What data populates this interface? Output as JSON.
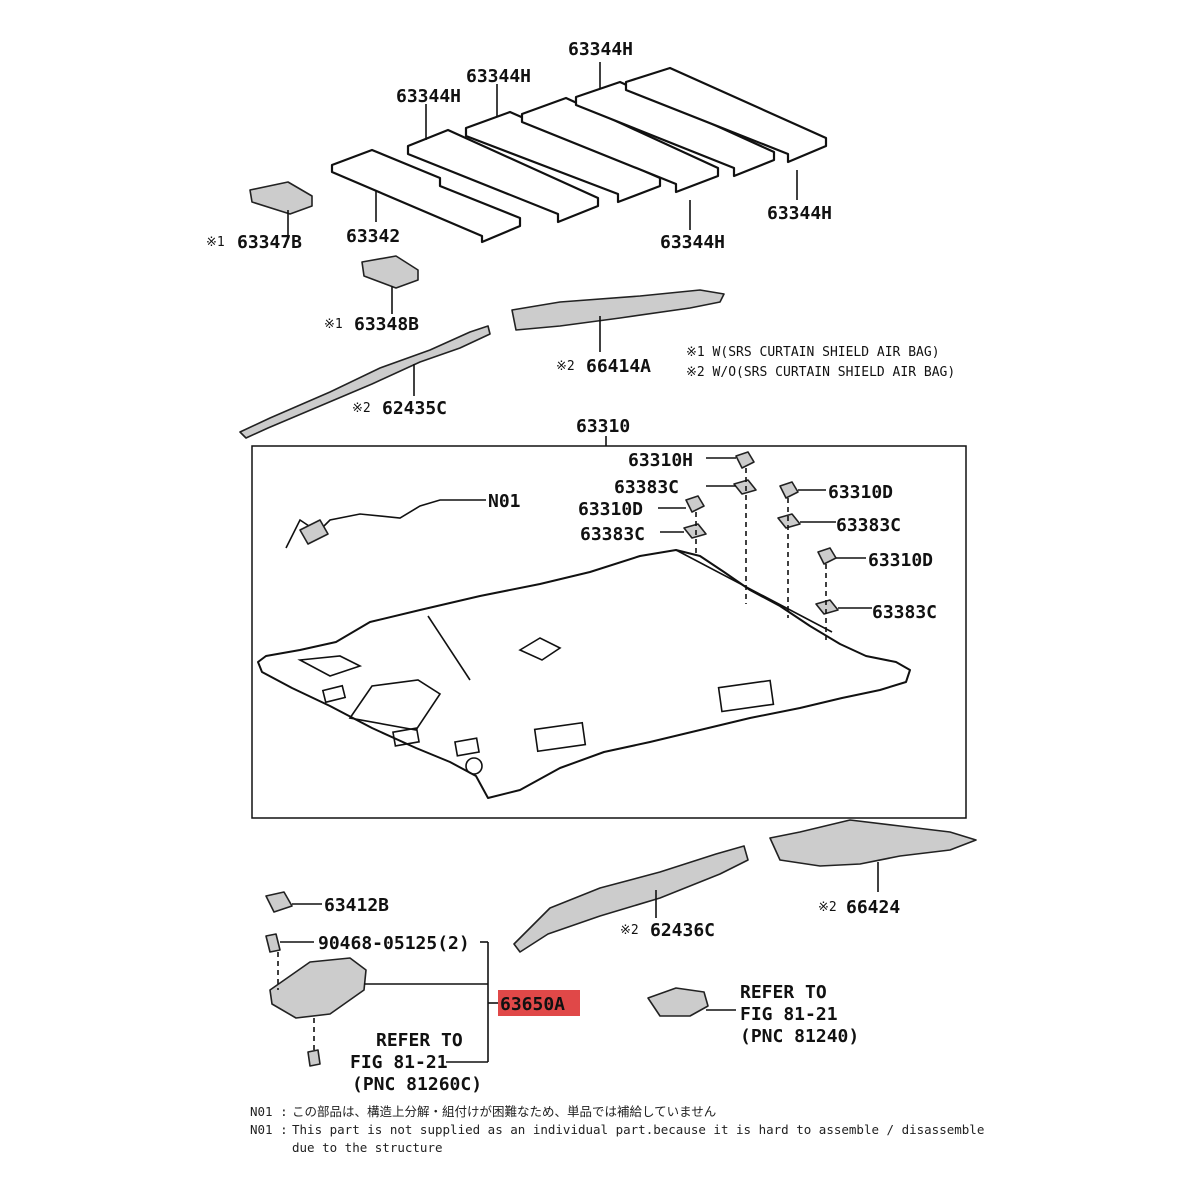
{
  "labels": {
    "board_top": "63344H",
    "board_2": "63344H",
    "board_3": "63344H",
    "board_right": "63344H",
    "board_bottom": "63344H",
    "pad_63342": "63342",
    "pad_63347b": "63347B",
    "pad_63348b": "63348B",
    "strip_66414a": "66414A",
    "strip_62435c": "62435C",
    "headliner_63310": "63310",
    "clip_63310h": "63310H",
    "washer_63383c_1": "63383C",
    "clip_63310d_1": "63310D",
    "washer_63383c_2": "63383C",
    "clip_63310d_2": "63310D",
    "washer_63383c_3": "63383C",
    "clip_63310d_3": "63310D",
    "washer_63383c_4": "63383C",
    "wire_n01": "N01",
    "clip_63412b": "63412B",
    "screw_90468": "90468-05125(2)",
    "lamp_63650a": "63650A",
    "strip_62436c": "62436C",
    "pad_66424": "66424",
    "refer_left_1": "REFER TO",
    "refer_left_2": "FIG 81-21",
    "refer_left_3": "(PNC 81260C)",
    "refer_right_1": "REFER TO",
    "refer_right_2": "FIG 81-21",
    "refer_right_3": "(PNC 81240)"
  },
  "marks": {
    "m1": "※1",
    "m2": "※2"
  },
  "legend": {
    "line1": "※1 W(SRS CURTAIN SHIELD AIR BAG)",
    "line2": "※2 W/O(SRS CURTAIN SHIELD AIR BAG)"
  },
  "notes": {
    "jp_prefix": "N01 :",
    "jp_text": "この部品は、構造上分解・組付けが困難なため、単品では補給していません",
    "en_prefix": "N01 :",
    "en_text": "This part is not supplied as an individual part.because it is hard to assemble / disassemble",
    "en_text2": "due to the structure"
  },
  "colors": {
    "highlight": "#e04848",
    "ink": "#111111"
  }
}
